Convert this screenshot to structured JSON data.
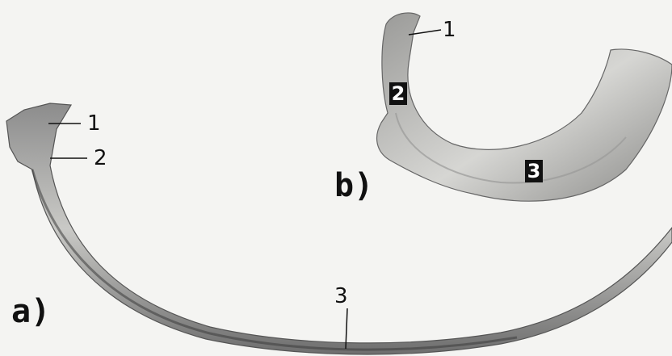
{
  "panels": [
    {
      "panel_label": "a)",
      "callouts": {
        "c1": "1",
        "c2": "2",
        "c3": "3"
      }
    },
    {
      "panel_label": "b)",
      "callouts": {
        "c1": "1",
        "c2": "2",
        "c3": "3"
      }
    }
  ]
}
